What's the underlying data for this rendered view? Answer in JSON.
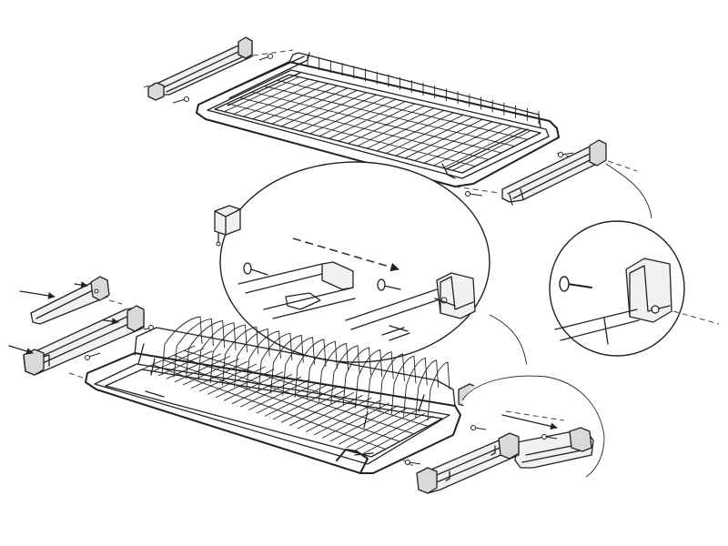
{
  "figure": {
    "kind": "exploded assembly drawing",
    "parts": [
      "upper-dish-rack",
      "lower-dish-rack",
      "side-mount-brackets",
      "mounting-screws",
      "detail-callout-bubbles"
    ],
    "line_color": "#222222",
    "fill_color": "#f1f1f1",
    "background": "#ffffff",
    "text_labels": []
  }
}
